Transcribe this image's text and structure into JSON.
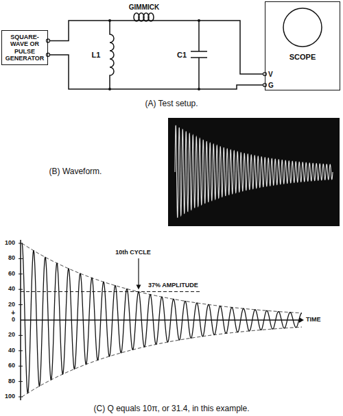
{
  "diagram": {
    "nodes": [
      {
        "text": [
          "SQUARE-WAVE OR PULSE GENERATOR"
        ]
      },
      {
        "text": [
          "SCOPE"
        ]
      }
    ],
    "edges": [
      {
        "from": 0,
        "to": 1,
        "arrow": "none"
      },
      {
        "from": 0,
        "to": 1,
        "arrow": "none"
      }
    ],
    "labels": [
      "GIMMICK",
      "L1",
      "C1",
      "V",
      "G",
      "(A) Test setup.",
      "(B) Waveform.",
      "100",
      "80",
      "60",
      "40",
      "20",
      "0",
      "20",
      "40",
      "60",
      "80",
      "100",
      "+",
      "10th CYCLE",
      "37% AMPLITUDE",
      "TIME",
      "(C) Q equals 10π, or 31.4, in this example."
    ]
  }
}
